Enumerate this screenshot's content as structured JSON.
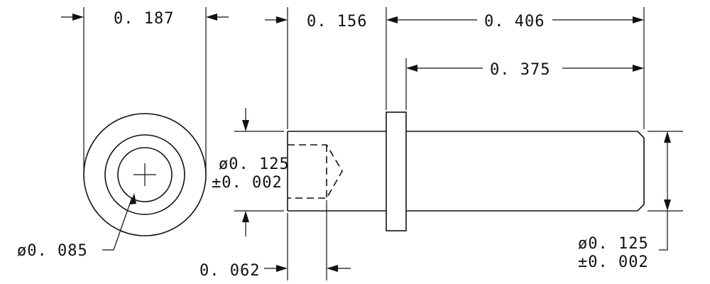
{
  "drawing": {
    "end_view": {
      "overall_dim": "0. 187",
      "bore_dim": "ø0. 085"
    },
    "side_view": {
      "counterbore_length": "0. 156",
      "overall_length": "0. 406",
      "shank_length": "0. 375",
      "bore_dia": "ø0. 125",
      "bore_tol": "±0. 002",
      "hole_depth": "0. 062",
      "shank_dia": "ø0. 125",
      "shank_tol": "±0. 002"
    }
  }
}
